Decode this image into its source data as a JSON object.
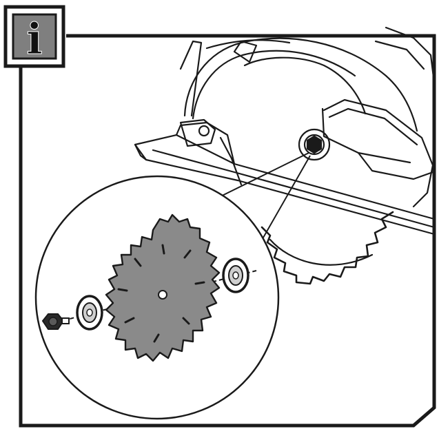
{
  "info_badge": {
    "letter": "i",
    "icon": "info-icon"
  },
  "colors": {
    "ink": "#1a1a1a",
    "blade": "#8a8a8a",
    "paper": "#ffffff",
    "badge_bg": "#7f7f7f"
  },
  "parts": [
    {
      "name": "circular-saw",
      "icon": "circular-saw-icon"
    },
    {
      "name": "saw-blade",
      "icon": "saw-blade-icon"
    },
    {
      "name": "outer-flange",
      "icon": "flange-icon"
    },
    {
      "name": "inner-flange",
      "icon": "flange-icon"
    },
    {
      "name": "blade-bolt",
      "icon": "bolt-icon"
    }
  ]
}
